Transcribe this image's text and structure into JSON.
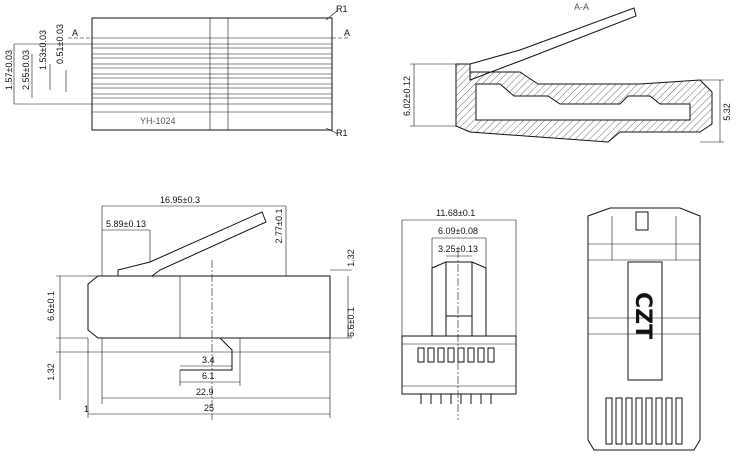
{
  "view_top": {
    "dims": [
      "1.57±0.03",
      "2.55±0.03",
      "1.53±0.03",
      "0.51±0.03"
    ],
    "section_marker": "A",
    "radius_top": "R1",
    "radius_bottom": "R1",
    "part_marking": "YH-1024"
  },
  "view_section": {
    "title": "A-A",
    "dim_left": "6.02±0.12",
    "dim_right": "5.32"
  },
  "view_side": {
    "dims": {
      "overall_tab": "16.95±0.3",
      "tab_inner": "5.89±0.13",
      "tab_height": "2.77±0.1",
      "top_offset": "1.32",
      "height_left": "6.6±0.1",
      "height_right": "6.6±0.1",
      "bottom_offset": "1.32",
      "d_3_4": "3.4",
      "d_6_1": "6.1",
      "d_22_9": "22.9",
      "d_25": "25",
      "d_1": "1"
    }
  },
  "view_front": {
    "dims": [
      "11.68±0.1",
      "6.09±0.08",
      "3.25±0.13"
    ]
  },
  "view_rear": {
    "marking": "CZT"
  }
}
